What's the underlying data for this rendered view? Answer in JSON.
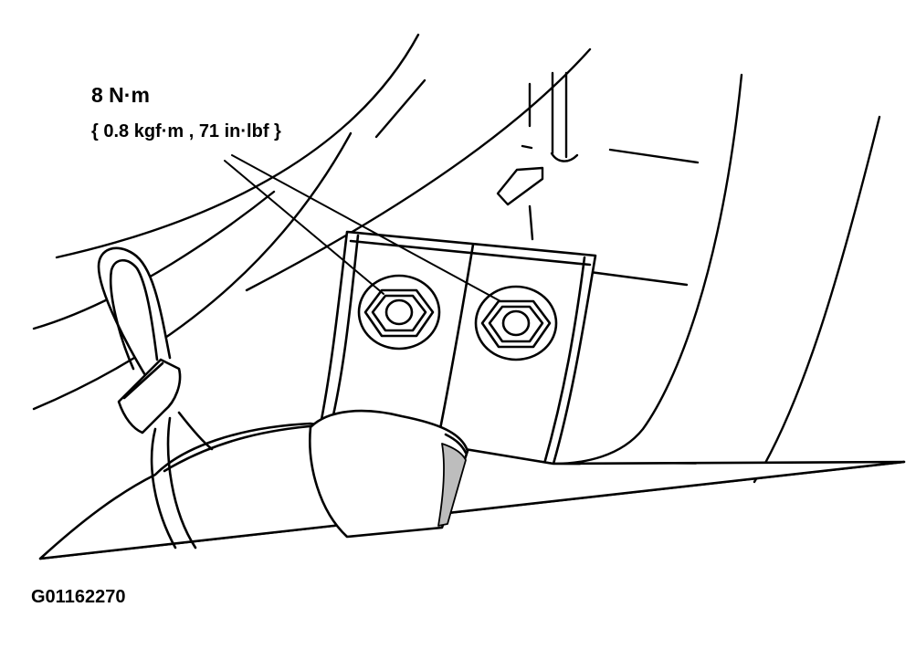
{
  "colors": {
    "ink": "#000000",
    "paper": "#ffffff",
    "strap_shade": "#bdbdbd"
  },
  "callout": {
    "torque": "8 N·m",
    "torque_alt": "{ 0.8 kgf·m , 71 in·lbf }"
  },
  "figure_id": "G01162270",
  "icons": [
    "hex-nut-icon",
    "hex-nut-icon",
    "cable-clip-icon"
  ]
}
